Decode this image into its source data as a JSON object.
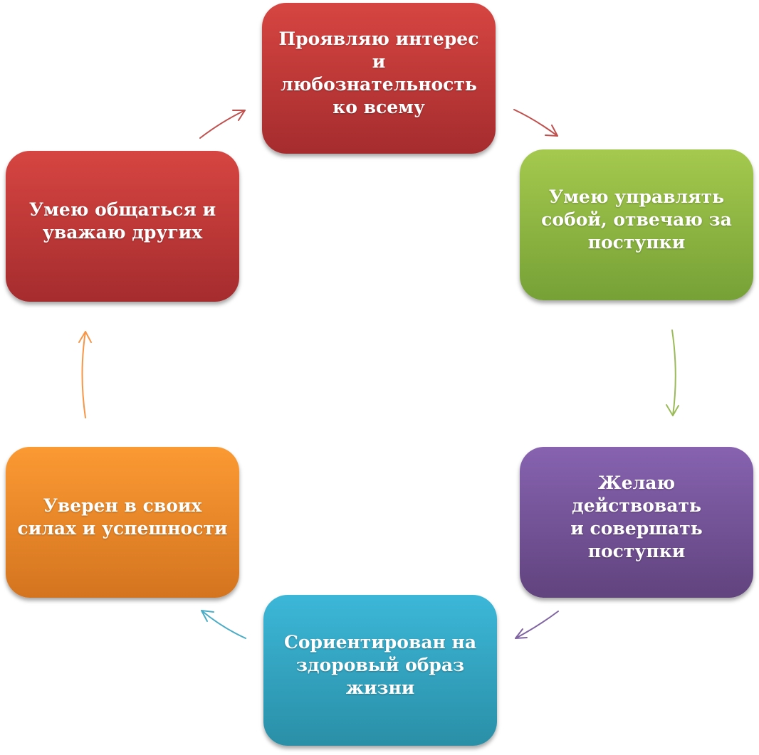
{
  "diagram": {
    "type": "cycle",
    "nodes": [
      {
        "id": "node-1",
        "label": "Проявляю интерес и\nлюбознательность\nко всему",
        "color": "#c0393b"
      },
      {
        "id": "node-2",
        "label": "Умею управлять\nсобой, отвечаю за\nпоступки",
        "color": "#8db53f"
      },
      {
        "id": "node-3",
        "label": "Желаю действовать\nи совершать\nпоступки",
        "color": "#7453a0"
      },
      {
        "id": "node-4",
        "label": "Сориентирован на\nздоровый образ\nжизни",
        "color": "#35a3c3"
      },
      {
        "id": "node-5",
        "label": "Уверен в своих\nсилах и успешности",
        "color": "#f08a2a"
      },
      {
        "id": "node-6",
        "label": "Умею общаться и\nуважаю других",
        "color": "#c0393b"
      }
    ],
    "arrows": [
      {
        "from": "node-1",
        "to": "node-2",
        "color": "#c0504d"
      },
      {
        "from": "node-2",
        "to": "node-3",
        "color": "#9bbb59"
      },
      {
        "from": "node-3",
        "to": "node-4",
        "color": "#8064a2"
      },
      {
        "from": "node-4",
        "to": "node-5",
        "color": "#4bacc6"
      },
      {
        "from": "node-5",
        "to": "node-6",
        "color": "#f79646"
      },
      {
        "from": "node-6",
        "to": "node-1",
        "color": "#c0504d"
      }
    ]
  }
}
